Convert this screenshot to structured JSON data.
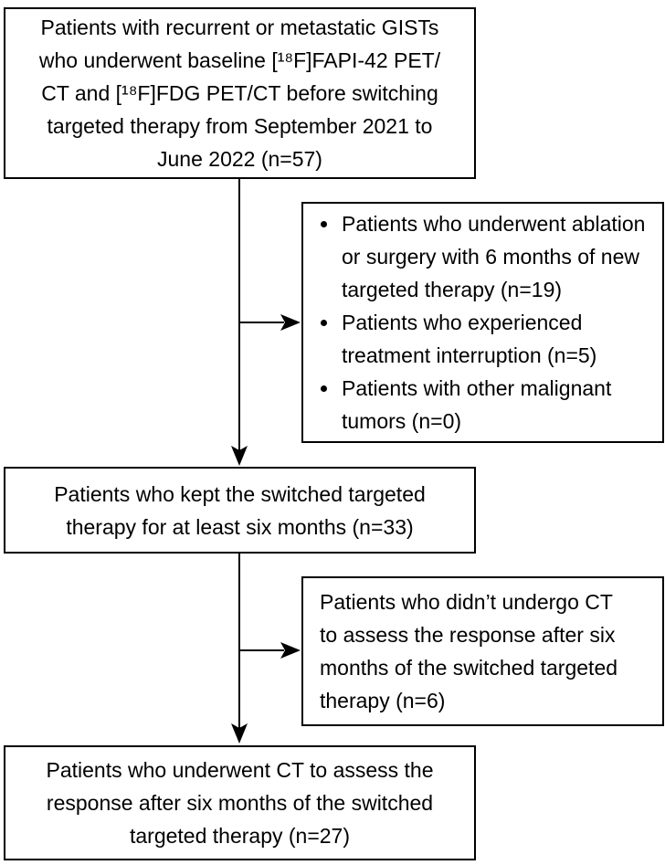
{
  "flow": {
    "top_box": {
      "lines": [
        "Patients with recurrent or metastatic GISTs",
        "who underwent baseline [¹⁸F]FAPI-42 PET/",
        "CT and [¹⁸F]FDG PET/CT before switching",
        "targeted therapy from September 2021 to",
        "June 2022 (n=57)"
      ],
      "n": 57
    },
    "exclusion_box_1": {
      "items": [
        {
          "lines": [
            "Patients who underwent ablation",
            "or surgery with 6 months of new",
            "targeted therapy (n=19)"
          ],
          "n": 19
        },
        {
          "lines": [
            "Patients who experienced",
            "treatment interruption (n=5)"
          ],
          "n": 5
        },
        {
          "lines": [
            "Patients with other malignant",
            "tumors (n=0)"
          ],
          "n": 0
        }
      ]
    },
    "middle_box": {
      "lines": [
        "Patients who kept the switched targeted",
        "therapy for at least six months (n=33)"
      ],
      "n": 33
    },
    "exclusion_box_2": {
      "lines": [
        "Patients who didn’t undergo CT",
        "to assess the response after six",
        "months of the switched targeted",
        "therapy (n=6)"
      ],
      "n": 6
    },
    "bottom_box": {
      "lines": [
        "Patients who underwent CT to assess the",
        "response after six months of the switched",
        "targeted therapy (n=27)"
      ],
      "n": 27
    },
    "colors": {
      "text": "#000000",
      "box_border": "#000000",
      "connector": "#000000",
      "background": "#ffffff"
    }
  }
}
